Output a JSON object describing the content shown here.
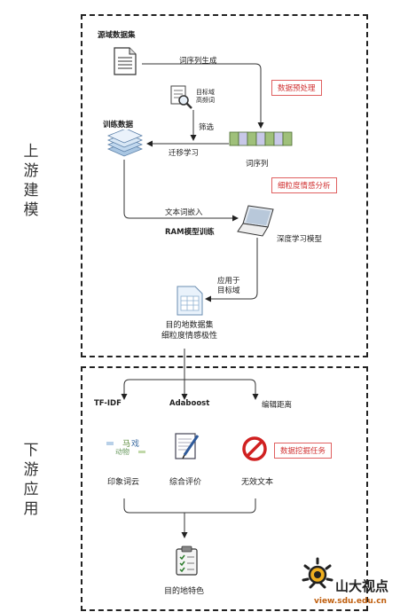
{
  "side_labels": {
    "upstream": [
      "上",
      "游",
      "建",
      "模"
    ],
    "downstream": [
      "下",
      "游",
      "应",
      "用"
    ]
  },
  "upper": {
    "source_corpus": "源域数据集",
    "wordseq_gen": "词序列生成",
    "target_hf": [
      "目标域",
      "高频词"
    ],
    "filter": "筛选",
    "training_data": "训练数据",
    "transfer": "迁移学习",
    "word_seq": "词序列",
    "text_embed": "文本词嵌入",
    "ram_train": "RAM模型训练",
    "deep_model": "深度学习模型",
    "apply_to": [
      "应用于",
      "目标域"
    ],
    "dest_dataset": [
      "目的地数据集",
      "细粒度情感极性"
    ],
    "tag_preprocess": "数据预处理",
    "tag_finegrained": "细粒度情感分析"
  },
  "lower": {
    "tfidf": "TF-IDF",
    "adaboost": "Adaboost",
    "edit_distance": "编辑距离",
    "wordcloud": "印象词云",
    "overall": "综合评价",
    "invalid": "无效文本",
    "tag_mining": "数据挖掘任务",
    "dest_features": "目的地特色",
    "cloud_words": [
      "马",
      "戏",
      "动物"
    ]
  },
  "watermark": {
    "brand": "山大视点",
    "url": "view.sdu.edu.cn"
  }
}
